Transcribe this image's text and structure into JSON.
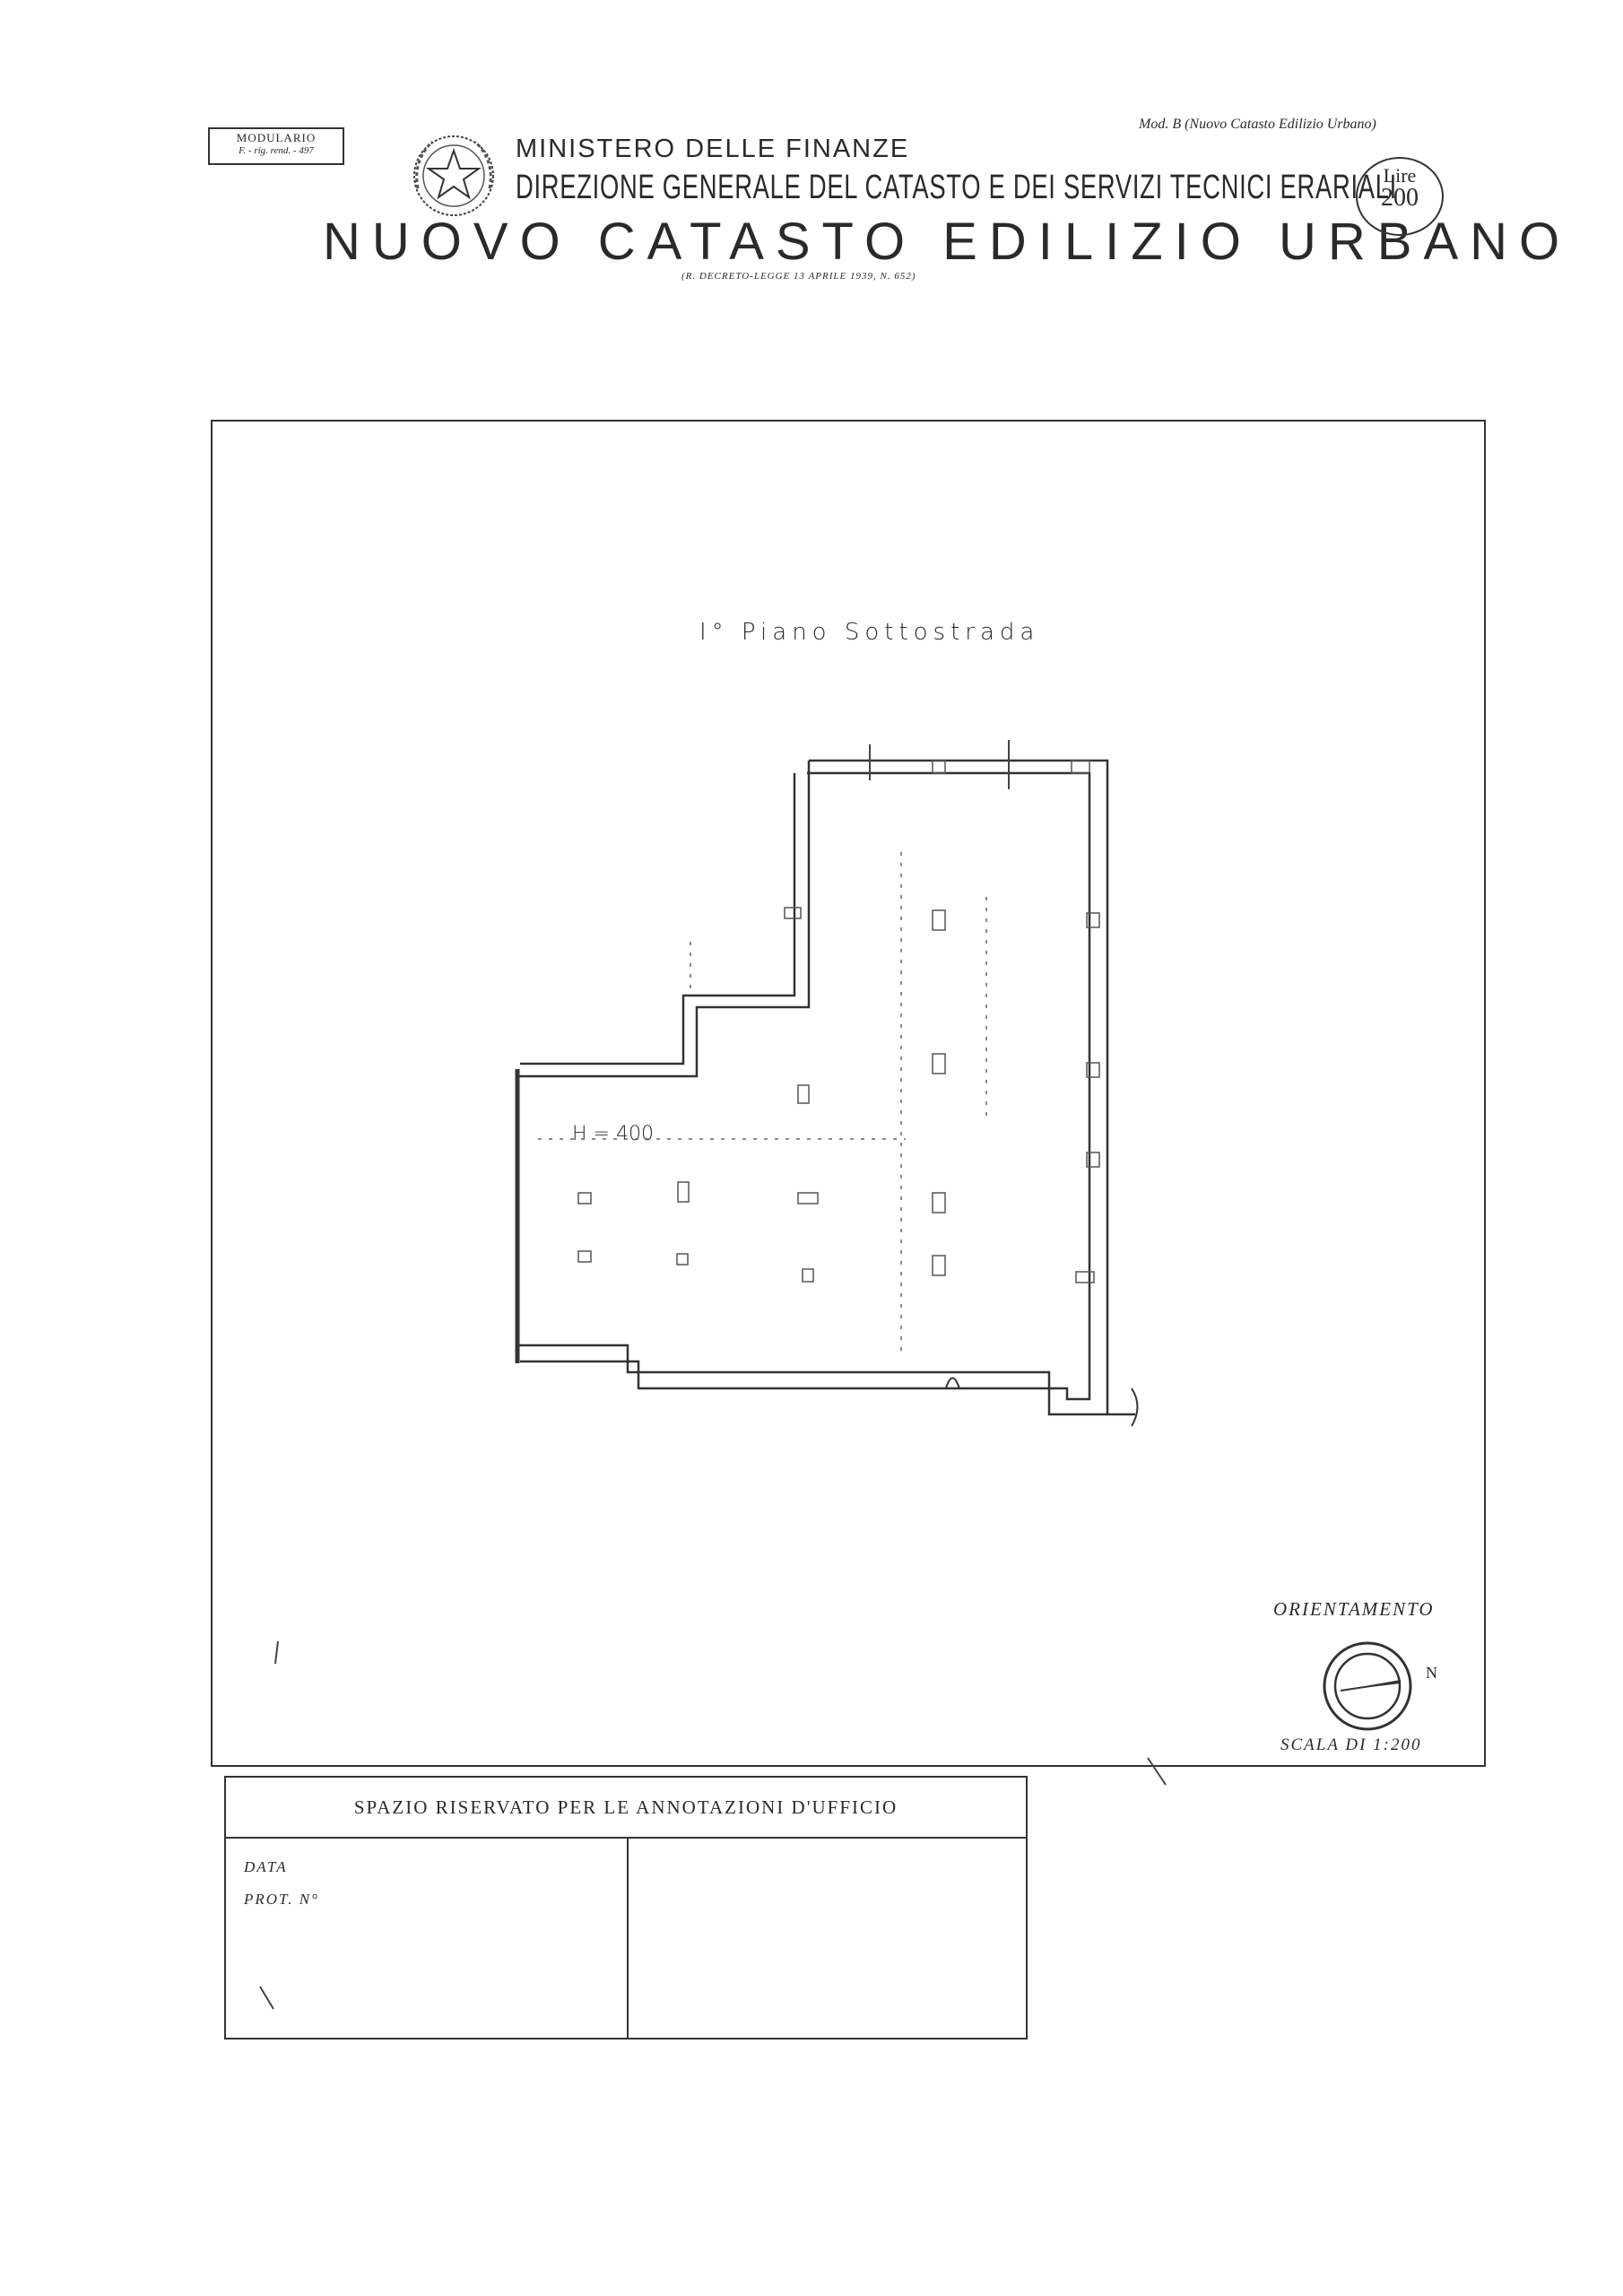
{
  "header": {
    "modulario_title": "MODULARIO",
    "modulario_sub": "F. - rig. rend. - 497",
    "model_ref": "Mod. B (Nuovo Catasto Edilizio Urbano)",
    "ministry": "MINISTERO DELLE FINANZE",
    "directorate": "DIREZIONE GENERALE DEL CATASTO E DEI SERVIZI TECNICI ERARIALI",
    "registry_title": "NUOVO CATASTO EDILIZIO URBANO",
    "decree": "(R. DECRETO-LEGGE 13 APRILE 1939, N. 652)",
    "stamp_word": "Lire",
    "stamp_amount": "200"
  },
  "plan": {
    "floor_title": "I° Piano Sottostrada",
    "height_label": "H = 400"
  },
  "orientation": {
    "label": "ORIENTAMENTO",
    "north": "N",
    "scale": "SCALA DI 1:200"
  },
  "office": {
    "header": "SPAZIO RISERVATO PER LE ANNOTAZIONI D'UFFICIO",
    "data_label": "DATA",
    "prot_label": "PROT. N°"
  },
  "colors": {
    "ink": "#2a2a2a",
    "paper": "#ffffff"
  }
}
